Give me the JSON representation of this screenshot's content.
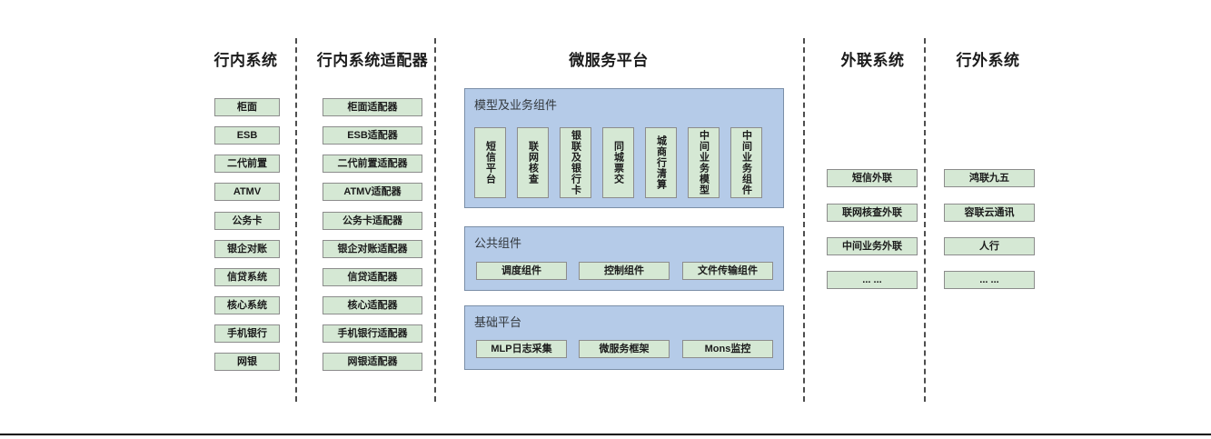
{
  "diagram": {
    "columns": [
      {
        "id": "in-bank-systems",
        "title": "行内系统",
        "items": [
          "柜面",
          "ESB",
          "二代前置",
          "ATMV",
          "公务卡",
          "银企对账",
          "信贷系统",
          "核心系统",
          "手机银行",
          "网银"
        ]
      },
      {
        "id": "in-bank-adapters",
        "title": "行内系统适配器",
        "items": [
          "柜面适配器",
          "ESB适配器",
          "二代前置适配器",
          "ATMV适配器",
          "公务卡适配器",
          "银企对账适配器",
          "信贷适配器",
          "核心适配器",
          "手机银行适配器",
          "网银适配器"
        ]
      },
      {
        "id": "microservice-platform",
        "title": "微服务平台"
      },
      {
        "id": "external-link-systems",
        "title": "外联系统",
        "items": [
          "短信外联",
          "联网核查外联",
          "中间业务外联",
          "... ..."
        ]
      },
      {
        "id": "out-bank-systems",
        "title": "行外系统",
        "items": [
          "鸿联九五",
          "容联云通讯",
          "人行",
          "... ..."
        ]
      }
    ],
    "platform_sections": [
      {
        "id": "model-business-components",
        "label": "模型及业务组件",
        "orientation": "vertical",
        "items": [
          "短信平台",
          "联网核查",
          "银联及银行卡",
          "同城票交",
          "城商行清算",
          "中间业务模型",
          "中间业务组件"
        ]
      },
      {
        "id": "public-components",
        "label": "公共组件",
        "orientation": "horizontal",
        "items": [
          "调度组件",
          "控制组件",
          "文件传输组件"
        ]
      },
      {
        "id": "base-platform",
        "label": "基础平台",
        "orientation": "horizontal",
        "items": [
          "MLP日志采集",
          "微服务框架",
          "Mons监控"
        ]
      }
    ],
    "colors": {
      "box_fill": "#d5e8d4",
      "box_border": "#8c8c8c",
      "section_fill": "#b5cbe8",
      "section_border": "#7b8fa8",
      "divider": "#4d4d4d",
      "text": "#1b1b1b",
      "section_label_text": "#33383d"
    }
  }
}
